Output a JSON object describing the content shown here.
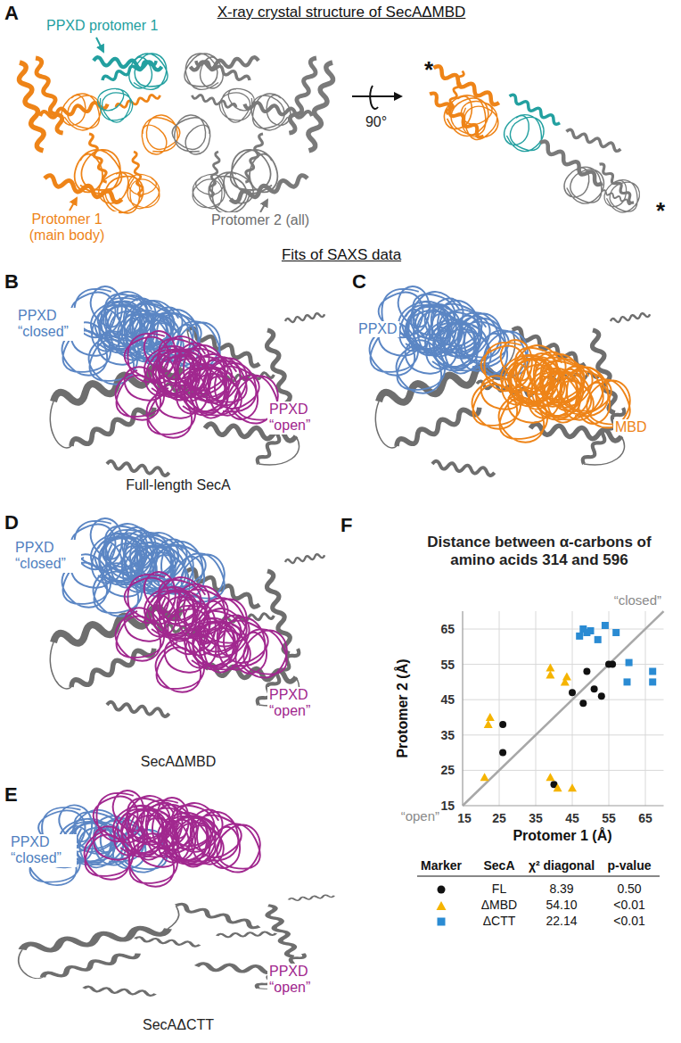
{
  "diagram": {
    "labels": [
      "A",
      "X-ray crystal structure of SecAΔMBD",
      "PPXD protomer 1",
      "Protomer 1 (main body)",
      "Protomer 2 (all)",
      "90°",
      "*",
      "*",
      "Fits of SAXS data",
      "B",
      "PPXD “closed”",
      "PPXD “open”",
      "Full-length SecA",
      "C",
      "PPXD",
      "MBD",
      "D",
      "PPXD “closed”",
      "PPXD “open”",
      "SecAΔMBD",
      "E",
      "PPXD “closed”",
      "PPXD “open”",
      "SecAΔCTT",
      "F",
      "Distance between α-carbons of amino acids 314 and 596",
      "“closed”",
      "“open”",
      "65",
      "55",
      "45",
      "35",
      "25",
      "15",
      "15",
      "25",
      "35",
      "45",
      "55",
      "65",
      "Protomer 2 (Å)",
      "Protomer 1 (Å)",
      "Marker",
      "SecA",
      "χ² diagonal",
      "p-value",
      "FL",
      "8.39",
      "0.50",
      "ΔMBD",
      "54.10",
      "<0.01",
      "ΔCTT",
      "22.14",
      "<0.01"
    ]
  }
}
